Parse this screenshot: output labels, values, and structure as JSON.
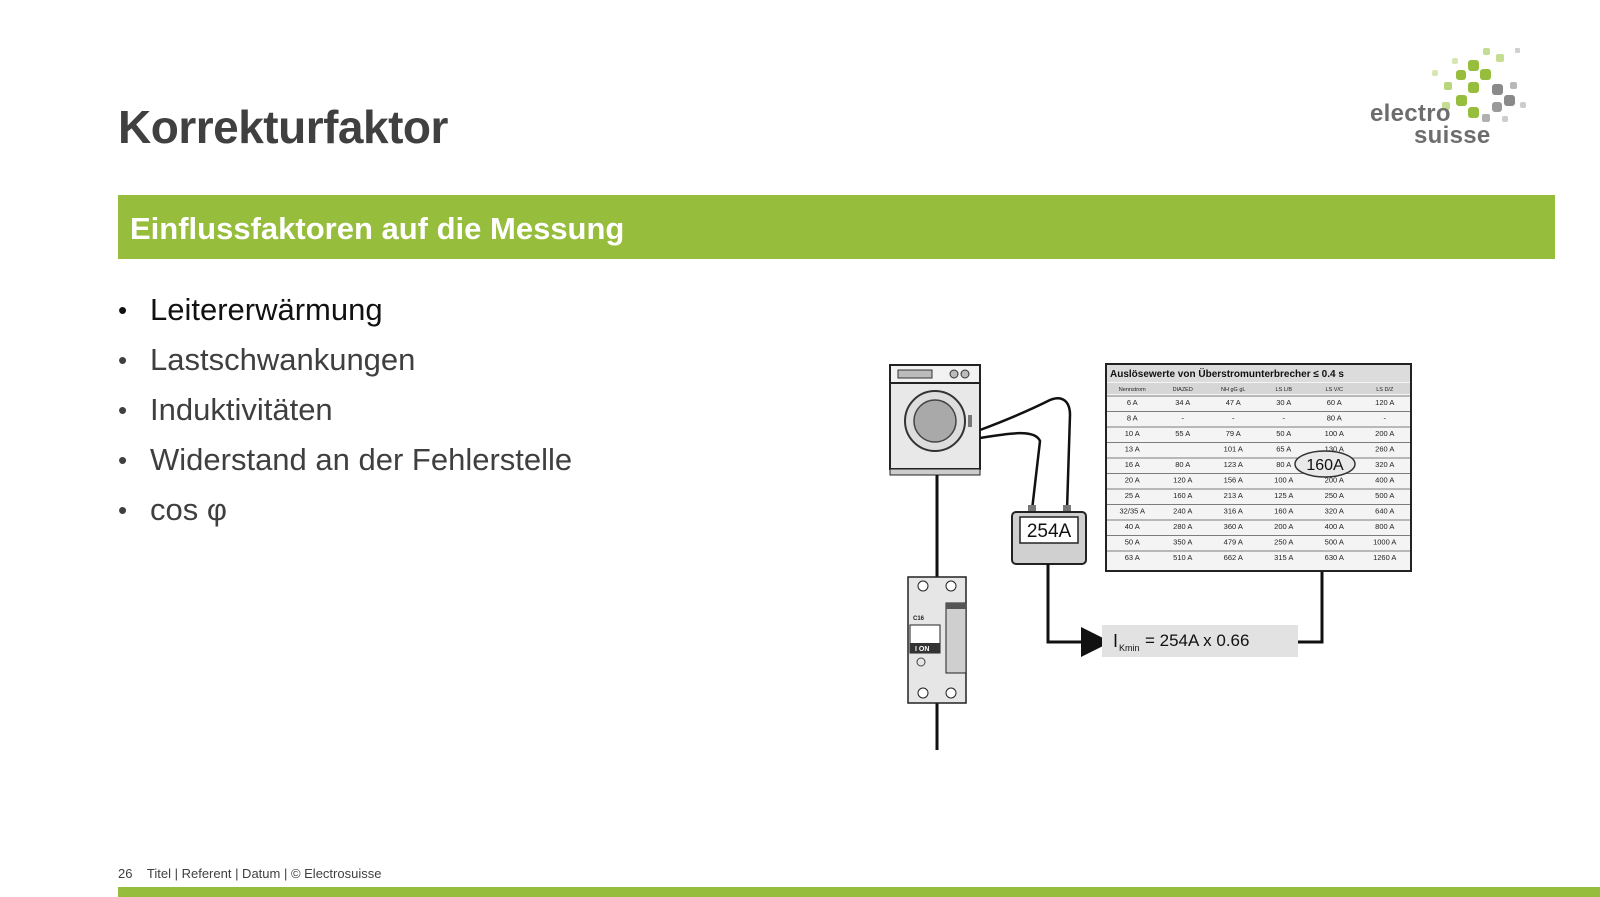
{
  "slide": {
    "title": "Korrekturfaktor",
    "subtitle": "Einflussfaktoren auf die Messung",
    "bullets": [
      "Leitererwärmung",
      "Lastschwankungen",
      "Induktivitäten",
      "Widerstand an der Fehlerstelle",
      "cos φ"
    ]
  },
  "logo": {
    "line1": "electro",
    "line2": "suisse"
  },
  "figure": {
    "meter_reading": "254A",
    "breaker_rating": "C16",
    "breaker_switch": "I ON",
    "formula_symbol": "I",
    "formula_sub": "Kmin",
    "formula_rhs": "= 254A x 0.66",
    "highlight_value": "160A",
    "table": {
      "title": "Auslösewerte von Überstromunterbrecher ≤ 0.4 s",
      "headers": [
        "Nennstrom",
        "DIAZED",
        "NH gG gL",
        "LS L/B",
        "LS V/C",
        "LS D/Z"
      ],
      "rows": [
        [
          "6 A",
          "34 A",
          "47 A",
          "30 A",
          "60 A",
          "120 A"
        ],
        [
          "8 A",
          "-",
          "-",
          "-",
          "80 A",
          "-"
        ],
        [
          "10 A",
          "55 A",
          "79 A",
          "50 A",
          "100 A",
          "200 A"
        ],
        [
          "13 A",
          "",
          "101 A",
          "65 A",
          "130 A",
          "260 A"
        ],
        [
          "16 A",
          "80 A",
          "123 A",
          "80 A",
          "160 A",
          "320 A"
        ],
        [
          "20 A",
          "120 A",
          "156 A",
          "100 A",
          "200 A",
          "400 A"
        ],
        [
          "25 A",
          "160 A",
          "213 A",
          "125 A",
          "250 A",
          "500 A"
        ],
        [
          "32/35 A",
          "240 A",
          "316 A",
          "160 A",
          "320 A",
          "640 A"
        ],
        [
          "40 A",
          "280 A",
          "360 A",
          "200 A",
          "400 A",
          "800 A"
        ],
        [
          "50 A",
          "350 A",
          "479 A",
          "250 A",
          "500 A",
          "1000 A"
        ],
        [
          "63 A",
          "510 A",
          "662 A",
          "315 A",
          "630 A",
          "1260 A"
        ]
      ]
    }
  },
  "footer": {
    "page_number": "26",
    "text": "Titel | Referent | Datum | © Electrosuisse"
  },
  "colors": {
    "accent_green": "#97bd3d",
    "logo_grey": "#8a8a8a",
    "title_grey": "#404040"
  }
}
